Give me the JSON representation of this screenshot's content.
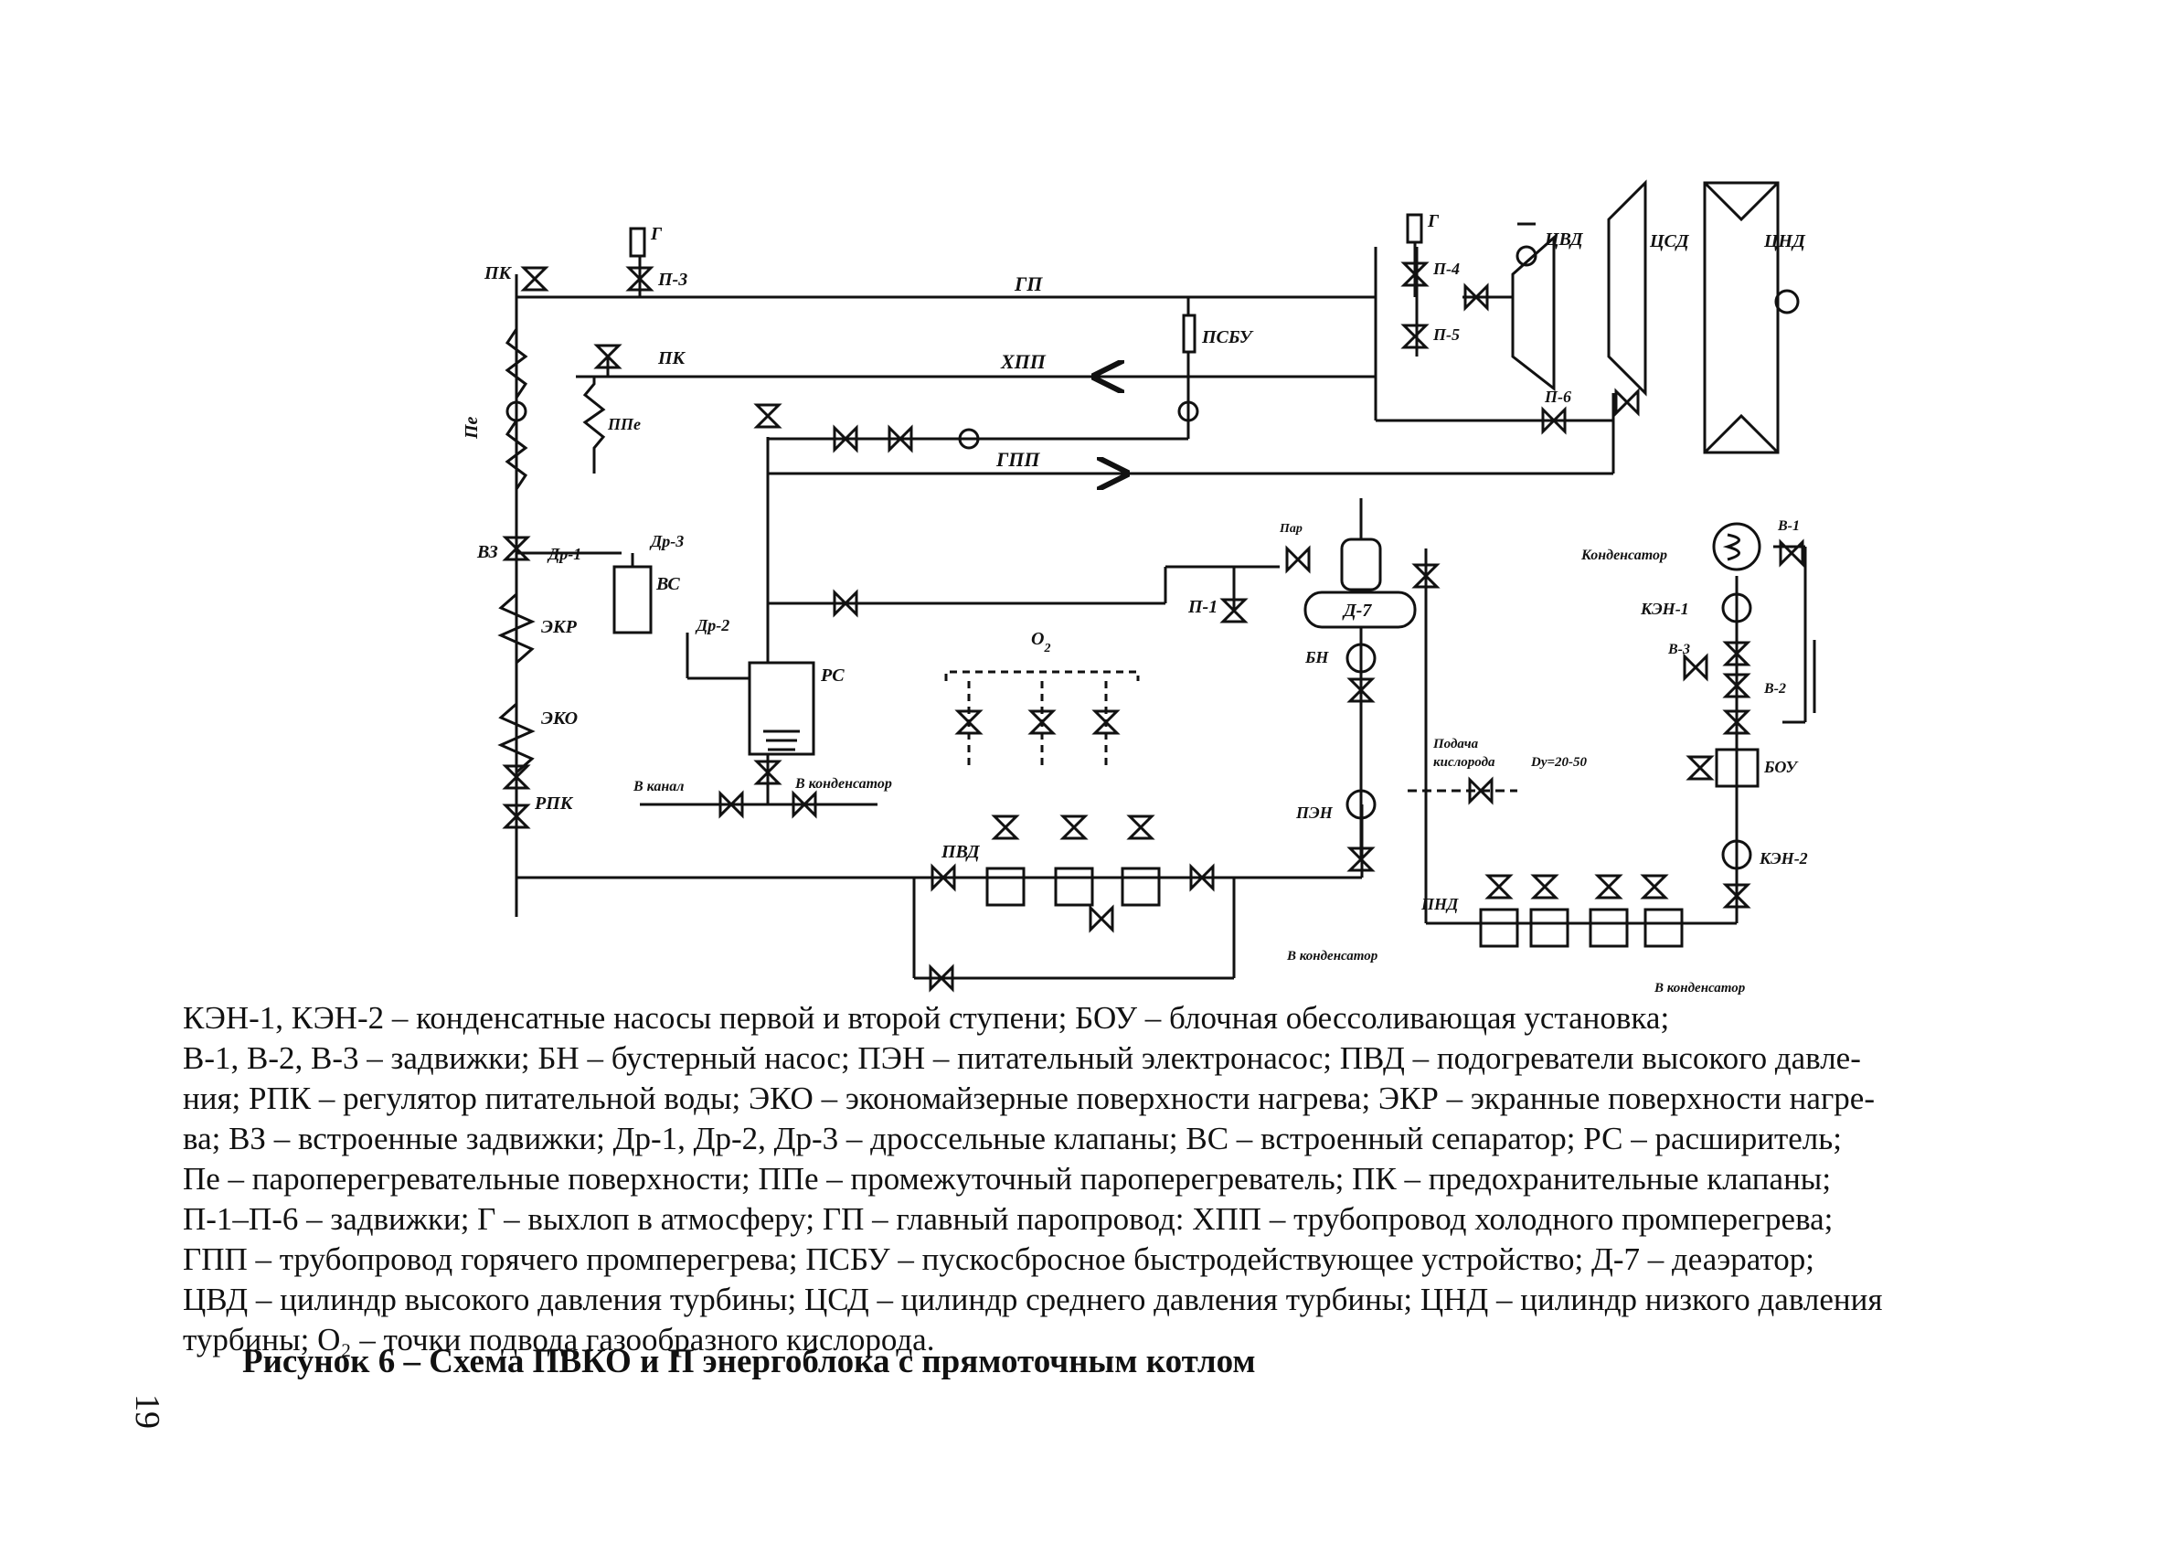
{
  "diagram": {
    "labels": {
      "pk1": "ПК",
      "pk2": "ПК",
      "g1": "Г",
      "g2": "Г",
      "p3": "П-3",
      "p4": "П-4",
      "p5": "П-5",
      "p6": "П-6",
      "p1": "П-1",
      "gp": "ГП",
      "hpp": "ХПП",
      "gpp": "ГПП",
      "psbu": "ПСБУ",
      "cvd": "ЦВД",
      "csd": "ЦСД",
      "cnd": "ЦНД",
      "pe": "Пе",
      "ppe": "ППе",
      "v3": "ВЗ",
      "dr1": "Др-1",
      "dr2": "Др-2",
      "dr3": "Др-3",
      "vs": "ВС",
      "ekr": "ЭКР",
      "eko": "ЭКО",
      "rpk": "РПК",
      "rs": "РС",
      "v_kanal": "В канал",
      "v_kond1": "В конденсатор",
      "o2": "O",
      "o2sub": "2",
      "pvd": "ПВД",
      "par": "Пар",
      "d7": "Д-7",
      "bn": "БН",
      "pen": "ПЭН",
      "podacha1": "Подача",
      "podacha2": "кислорода",
      "dy": "Dy=20-50",
      "kondensator": "Конденсатор",
      "v1": "В-1",
      "ken1": "КЭН-1",
      "v3b": "В-3",
      "v2": "В-2",
      "bou": "БОУ",
      "ken2": "КЭН-2",
      "pnd": "ПНД",
      "v_kond2": "В конденсатор",
      "v_kond3": "В конденсатор"
    }
  },
  "caption": {
    "lines": [
      "КЭН-1, КЭН-2 – конденсатные насосы первой и второй ступени; БОУ – блочная обессоливающая установка;",
      "В-1, В-2, В-3 – задвижки; БН – бустерный насос; ПЭН – питательный электронасос; ПВД – подогреватели высокого давле-",
      "ния; РПК – регулятор питательной воды; ЭКО – экономайзерные поверхности нагрева; ЭКР – экранные поверхности нагре-",
      "ва; ВЗ – встроенные задвижки; Др-1, Др-2, Др-3 – дроссельные клапаны; ВС – встроенный сепаратор; РС – расширитель;",
      "Пе – пароперегревательные поверхности; ППе – промежуточный пароперегреватель; ПК – предохранительные клапаны;",
      "П-1–П-6 – задвижки; Г – выхлоп в атмосферу; ГП – главный паропровод: ХПП – трубопровод холодного промперегрева;",
      "ГПП – трубопровод горячего промперегрева; ПСБУ – пускосбросное быстродействующее устройство; Д-7 – деаэратор;",
      "ЦВД – цилиндр высокого давления турбины; ЦСД – цилиндр среднего давления турбины; ЦНД – цилиндр низкого давления",
      "турбины; O₂ – точки подвода газообразного кислорода."
    ],
    "figure_title": "Рисунок 6 – Схема ПВКО и П энергоблока с прямоточным котлом"
  },
  "page_number": "19"
}
